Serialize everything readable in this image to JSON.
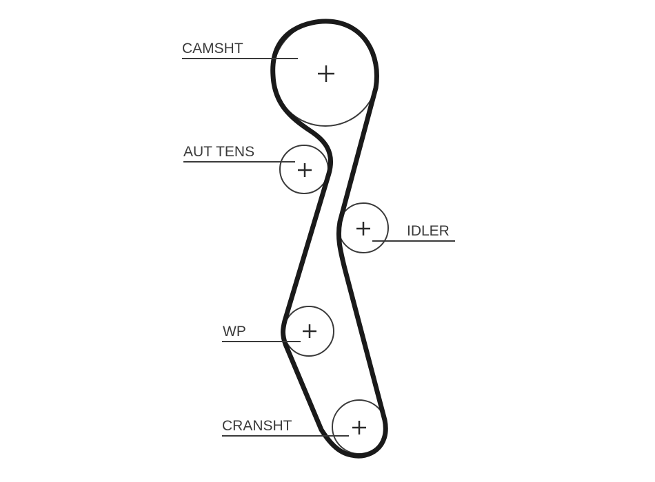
{
  "labels": {
    "camshaft": "CAMSHT",
    "auto_tensioner": "AUT TENS",
    "idler": "IDLER",
    "water_pump": "WP",
    "crankshaft": "CRANSHT"
  },
  "colors": {
    "belt": "#1a1a1a",
    "pulley_outline": "#3a3a3a",
    "leader_line": "#3a3a3a",
    "text": "#3a3a3a",
    "background": "#ffffff"
  }
}
